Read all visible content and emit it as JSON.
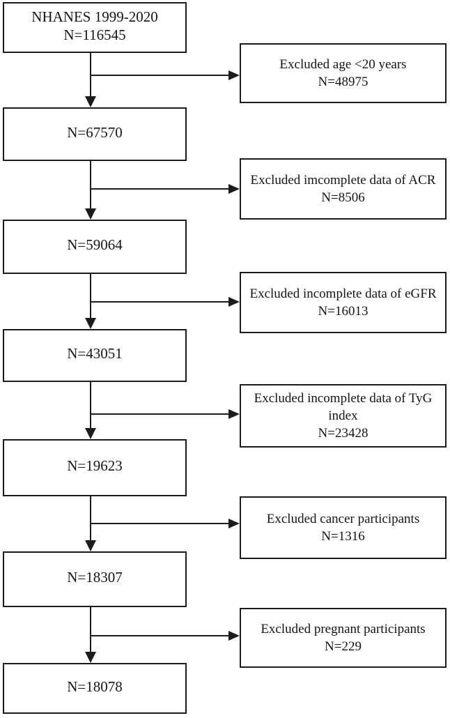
{
  "flow": {
    "title": "NHANES participant selection flowchart",
    "colors": {
      "line": "#1c1c1c",
      "text": "#151515",
      "background": "#ffffff"
    },
    "left_boxes": [
      {
        "id": "nhanes-total",
        "lines": [
          "NHANES 1999-2020",
          "N=116545"
        ]
      },
      {
        "id": "after-age",
        "lines": [
          "N=67570"
        ]
      },
      {
        "id": "after-acr",
        "lines": [
          "N=59064"
        ]
      },
      {
        "id": "after-egfr",
        "lines": [
          "N=43051"
        ]
      },
      {
        "id": "after-tyg",
        "lines": [
          "N=19623"
        ]
      },
      {
        "id": "after-cancer",
        "lines": [
          "N=18307"
        ]
      },
      {
        "id": "final-sample",
        "lines": [
          "N=18078"
        ]
      }
    ],
    "right_boxes": [
      {
        "id": "excluded-age",
        "lines": [
          "Excluded age <20 years",
          "N=48975"
        ]
      },
      {
        "id": "excluded-acr",
        "lines": [
          "Excluded imcomplete data of ACR",
          "N=8506"
        ]
      },
      {
        "id": "excluded-egfr",
        "lines": [
          "Excluded incomplete data of eGFR",
          "N=16013"
        ]
      },
      {
        "id": "excluded-tyg",
        "lines": [
          "Excluded incomplete data of TyG",
          "index",
          "N=23428"
        ]
      },
      {
        "id": "excluded-cancer",
        "lines": [
          "Excluded cancer participants",
          "N=1316"
        ]
      },
      {
        "id": "excluded-pregnant",
        "lines": [
          "Excluded pregnant participants",
          "N=229"
        ]
      }
    ]
  }
}
